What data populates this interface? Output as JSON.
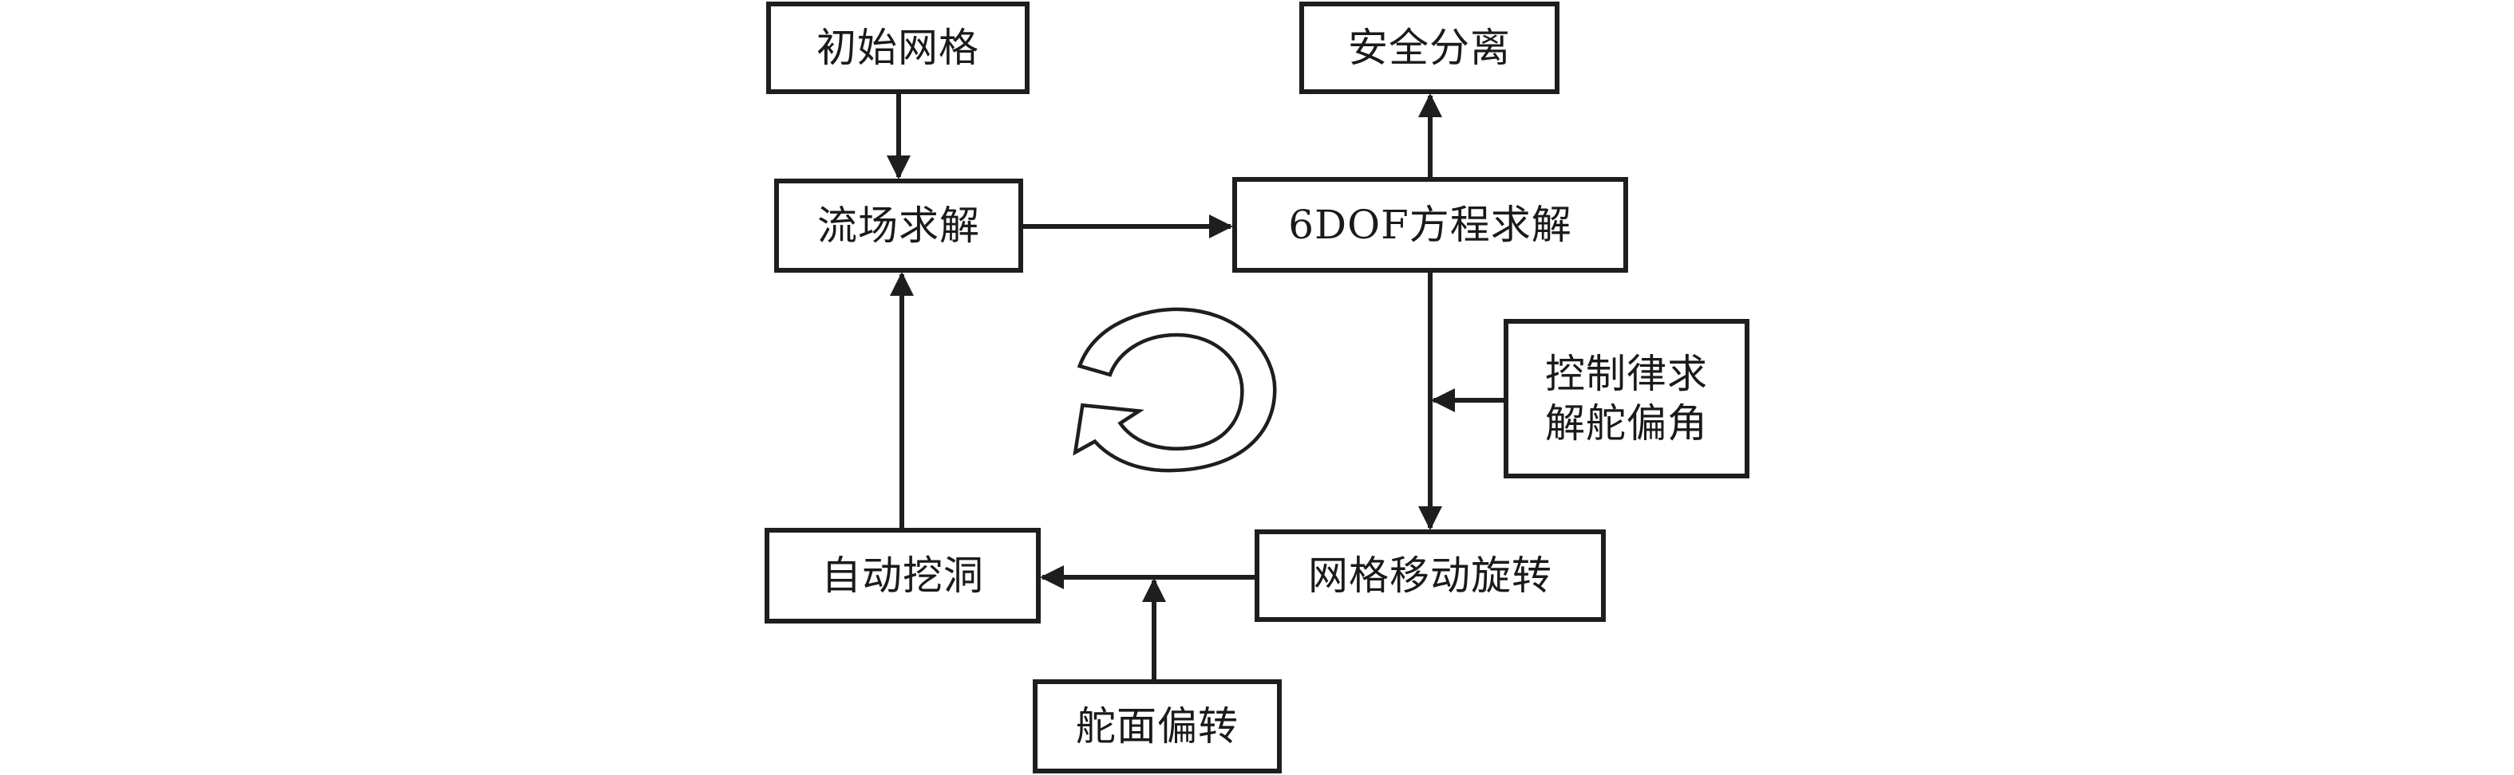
{
  "diagram": {
    "type": "flowchart",
    "nodes": {
      "initial_mesh": "初始网格",
      "safe_separation": "安全分离",
      "flow_solve": "流场求解",
      "sixdof_solve": "6DOF方程求解",
      "control_law": [
        "控制律求",
        "解舵偏角"
      ],
      "mesh_move": "网格移动旋转",
      "auto_hole": "自动挖洞",
      "rudder_deflect": "舵面偏转"
    },
    "edges": [
      {
        "from": "初始网格",
        "to": "流场求解"
      },
      {
        "from": "流场求解",
        "to": "6DOF方程求解"
      },
      {
        "from": "6DOF方程求解",
        "to": "安全分离"
      },
      {
        "from": "6DOF方程求解",
        "to": "网格移动旋转"
      },
      {
        "from": "控制律求解舵偏角",
        "to": "6DOF方程求解→网格移动旋转"
      },
      {
        "from": "网格移动旋转",
        "to": "自动挖洞"
      },
      {
        "from": "舵面偏转",
        "to": "网格移动旋转→自动挖洞"
      },
      {
        "from": "自动挖洞",
        "to": "流场求解"
      }
    ],
    "loop_icon": "counterclockwise-cycle-arrow-icon"
  }
}
